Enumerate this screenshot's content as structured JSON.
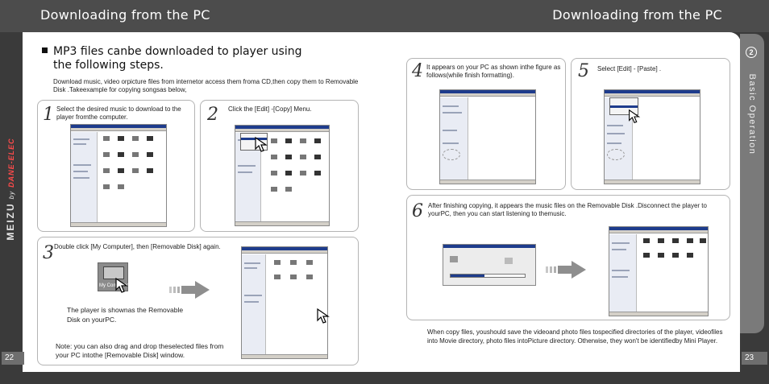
{
  "header": {
    "left_title": "Downloading from the PC",
    "right_title": "Downloading from the PC"
  },
  "brand": {
    "name": "MEIZU",
    "by": "by",
    "partner": "DANE-ELEC"
  },
  "page_numbers": {
    "left": "22",
    "right": "23"
  },
  "side_tab": {
    "number": "2",
    "label": "Basic Operation"
  },
  "intro": {
    "heading_line1": "MP3 files canbe downloaded to player using",
    "heading_line2": "the following steps.",
    "paragraph": "Download   music, video orpicture files from internetor access them froma CD,then copy them to Removable Disk   .Takeexample   for copying songsas below,"
  },
  "steps": [
    {
      "number": "1",
      "text": "Select the desired music to download to the player fromthe computer."
    },
    {
      "number": "2",
      "text": "Click the [Edit]    -[Copy]  Menu."
    },
    {
      "number": "3",
      "text": "Double   click [My  Computer], then [Removable  Disk]   again.",
      "icon_label": "My Computer",
      "caption": "The player is shownas the Removable Disk    on yourPC.",
      "note": "Note: you can also drag and drop theselected files from your PC intothe [Removable  Disk]    window."
    },
    {
      "number": "4",
      "text": "It appears on your PC as shown inthe figure as follows(while finish formatting)."
    },
    {
      "number": "5",
      "text": "Select [Edit]    - [Paste] ."
    },
    {
      "number": "6",
      "text": "After finishing copying, it appears the music files on the Removable Disk   .Disconnect the player to yourPC, then you can start listening to themusic."
    }
  ],
  "bottom_note": "When copy files, youshould save the videoand photo files tospecified directories of the player, videofiles into Movie directory, photo files intoPicture directory. Otherwise, they won't be identifiedby Mini Player."
}
